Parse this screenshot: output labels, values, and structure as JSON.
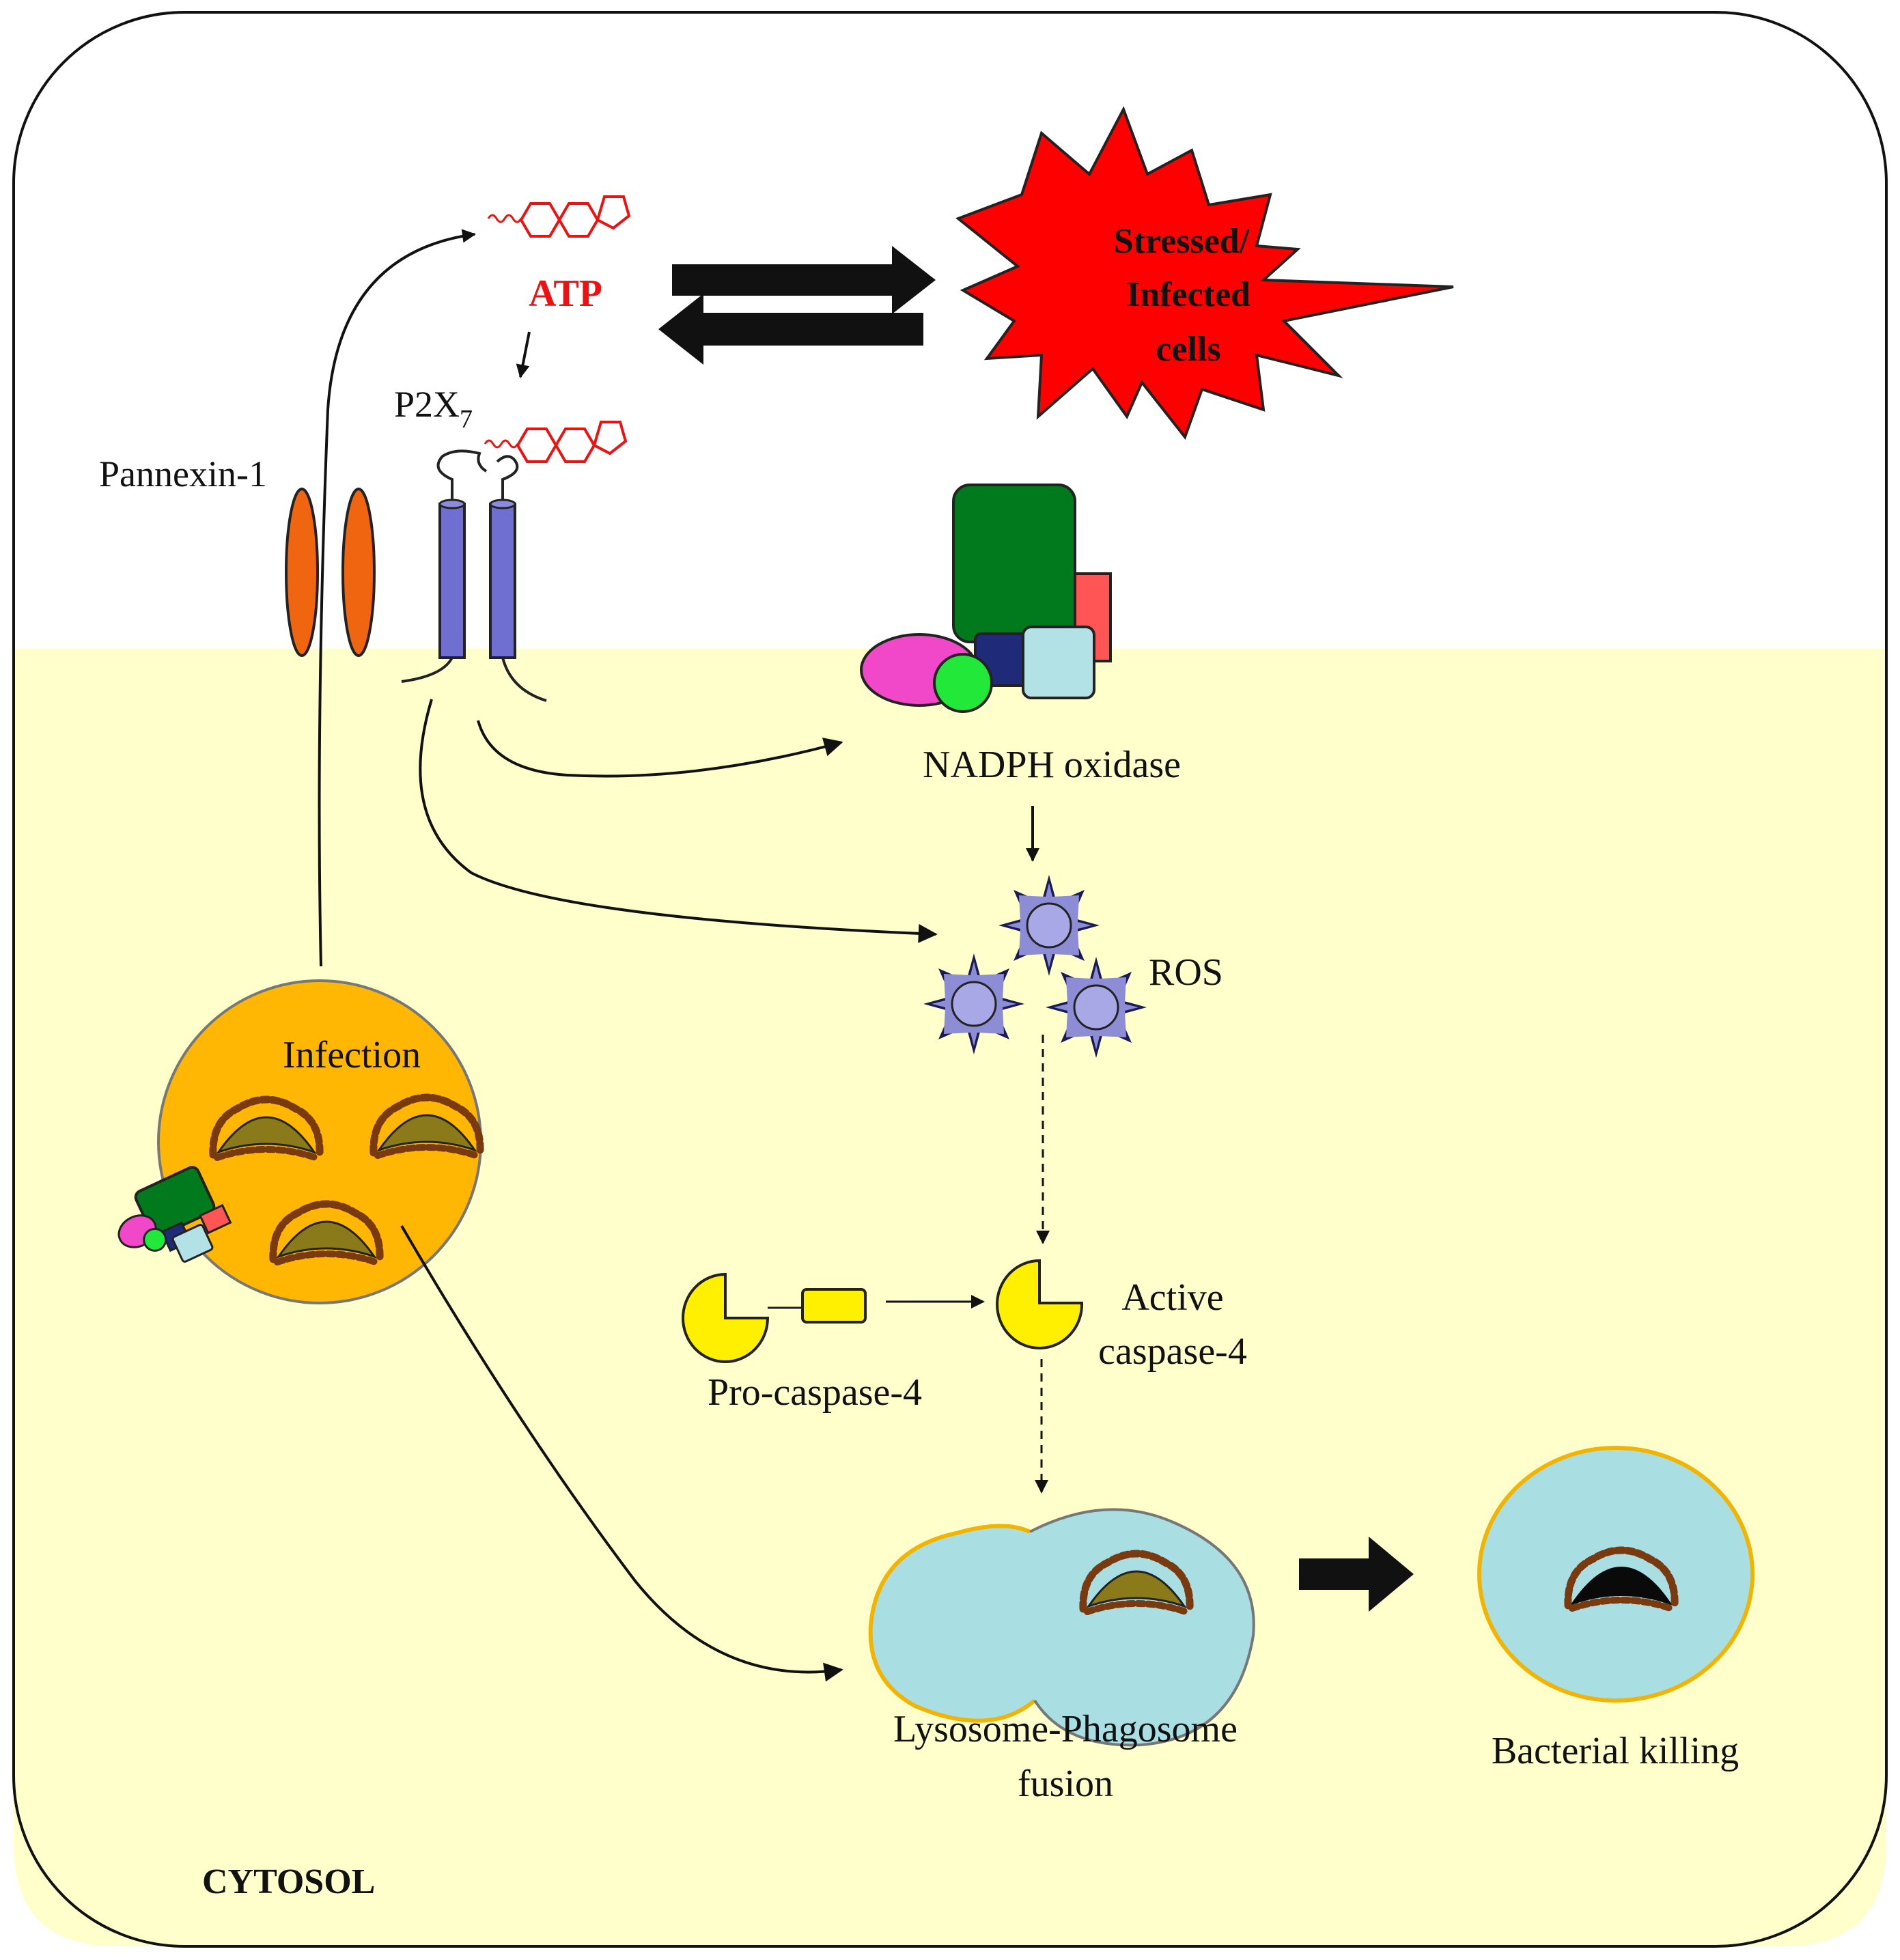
{
  "labels": {
    "atp": "ATP",
    "p2x7_main": "P2X",
    "p2x7_sub": "7",
    "pannexin": "Pannexin-1",
    "stressed_line1": "Stressed/",
    "stressed_line2": "Infected",
    "stressed_line3": "cells",
    "nadph": "NADPH oxidase",
    "ros": "ROS",
    "infection": "Infection",
    "pro_caspase": "Pro-caspase-4",
    "active_caspase_line1": "Active",
    "active_caspase_line2": "caspase-4",
    "fusion_line1": "Lysosome-Phagosome",
    "fusion_line2": "fusion",
    "killing": "Bacterial killing",
    "cytosol": "CYTOSOL"
  },
  "colors": {
    "cytosol": "#ffffcc",
    "outline": "#111111",
    "atp_red": "#ee1111",
    "burst_red": "#ff0000",
    "lipid_head": "#f5b800",
    "pannexin": "#f0650f",
    "p2x7_barrel": "#6f6fd1",
    "nox_green": "#007a1d",
    "nox_red": "#ff5555",
    "nox_navy": "#1f2a78",
    "nox_lightblue": "#b3e2e6",
    "nox_magenta": "#f048c8",
    "nox_lime": "#22e83a",
    "ros_core": "#a9a8e6",
    "infection_fill": "#ffb703",
    "bacteria_body": "#8a7a19",
    "bacteria_coat": "#7a3a10",
    "caspase_yellow": "#ffef00",
    "vesicle_fill": "#a9dfe3",
    "vesicle_border": "#f2b400"
  }
}
